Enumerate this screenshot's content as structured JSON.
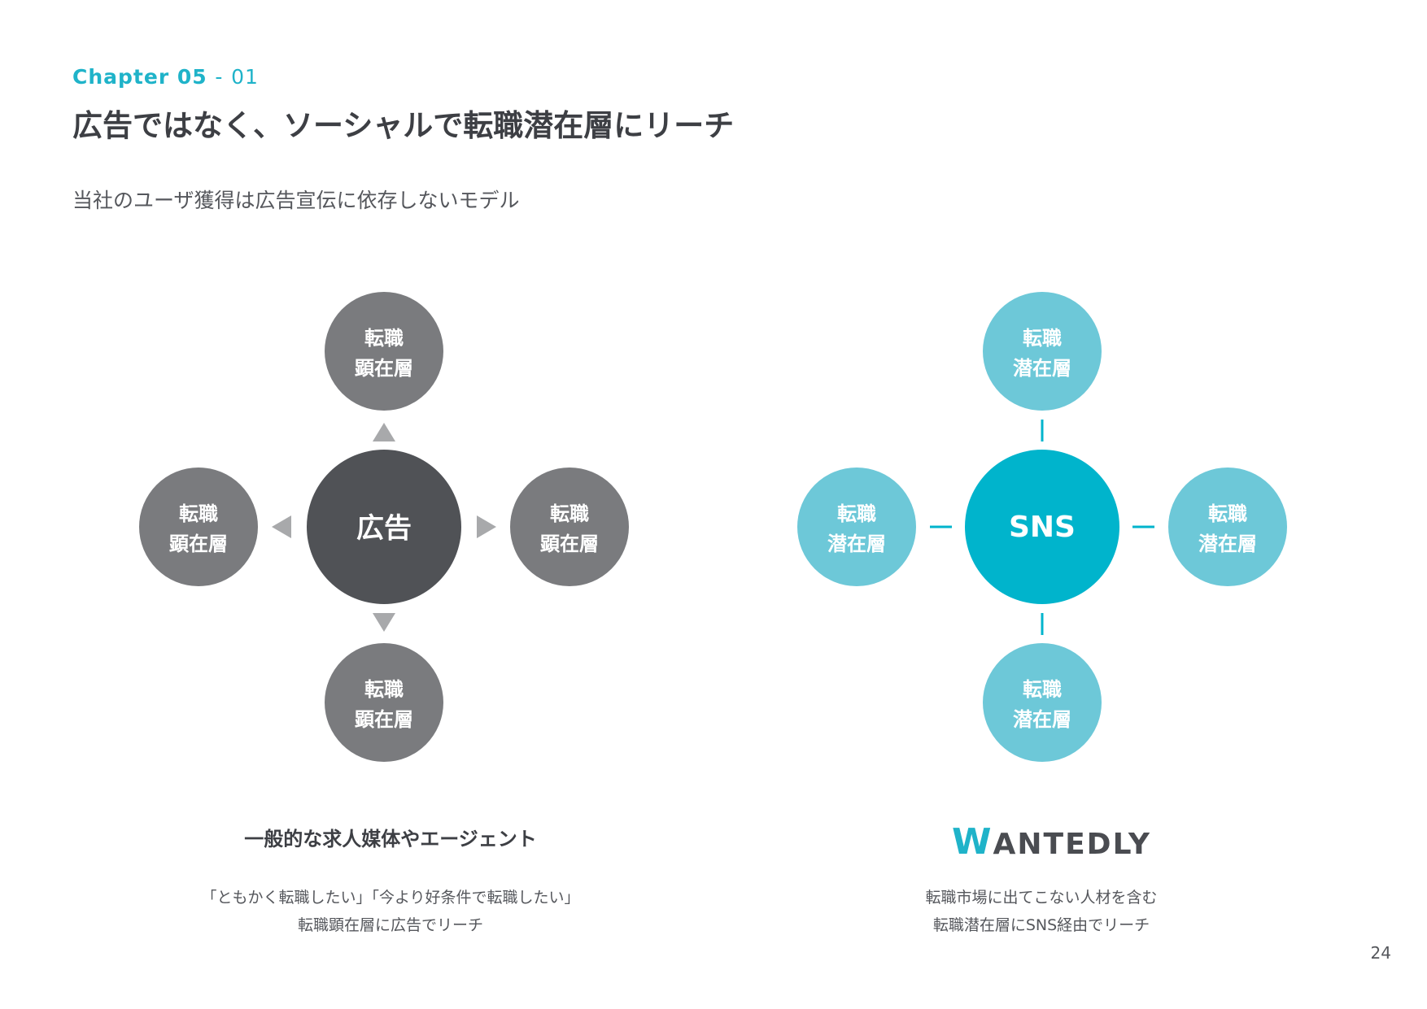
{
  "header": {
    "chapter_label": "Chapter 05",
    "chapter_sep": "-",
    "chapter_num": "01",
    "title": "広告ではなく、ソーシャルで転職潜在層にリーチ",
    "subtitle": "当社のユーザ獲得は広告宣伝に依存しないモデル"
  },
  "left": {
    "center_label": "広告",
    "nodes": [
      {
        "line1": "転職",
        "line2": "顕在層"
      },
      {
        "line1": "転職",
        "line2": "顕在層"
      },
      {
        "line1": "転職",
        "line2": "顕在層"
      },
      {
        "line1": "転職",
        "line2": "顕在層"
      }
    ],
    "caption_title": "一般的な求人媒体やエージェント",
    "caption_line1": "「ともかく転職したい」「今より好条件で転職したい」",
    "caption_line2": "転職顕在層に広告でリーチ"
  },
  "right": {
    "center_label": "SNS",
    "nodes": [
      {
        "line1": "転職",
        "line2": "潜在層"
      },
      {
        "line1": "転職",
        "line2": "潜在層"
      },
      {
        "line1": "転職",
        "line2": "潜在層"
      },
      {
        "line1": "転職",
        "line2": "潜在層"
      }
    ],
    "logo_initial": "W",
    "logo_rest": "ANTEDLY",
    "caption_line1": "転職市場に出てこない人材を含む",
    "caption_line2": "転職潜在層にSNS経由でリーチ"
  },
  "page_number": "24",
  "colors": {
    "accent": "#1fb3c9",
    "center_dark": "#505256",
    "node_gray": "#7a7b7e",
    "arrow_gray": "#a8a9ab",
    "center_teal": "#00b4cc",
    "node_teal": "#6dc8d8"
  }
}
